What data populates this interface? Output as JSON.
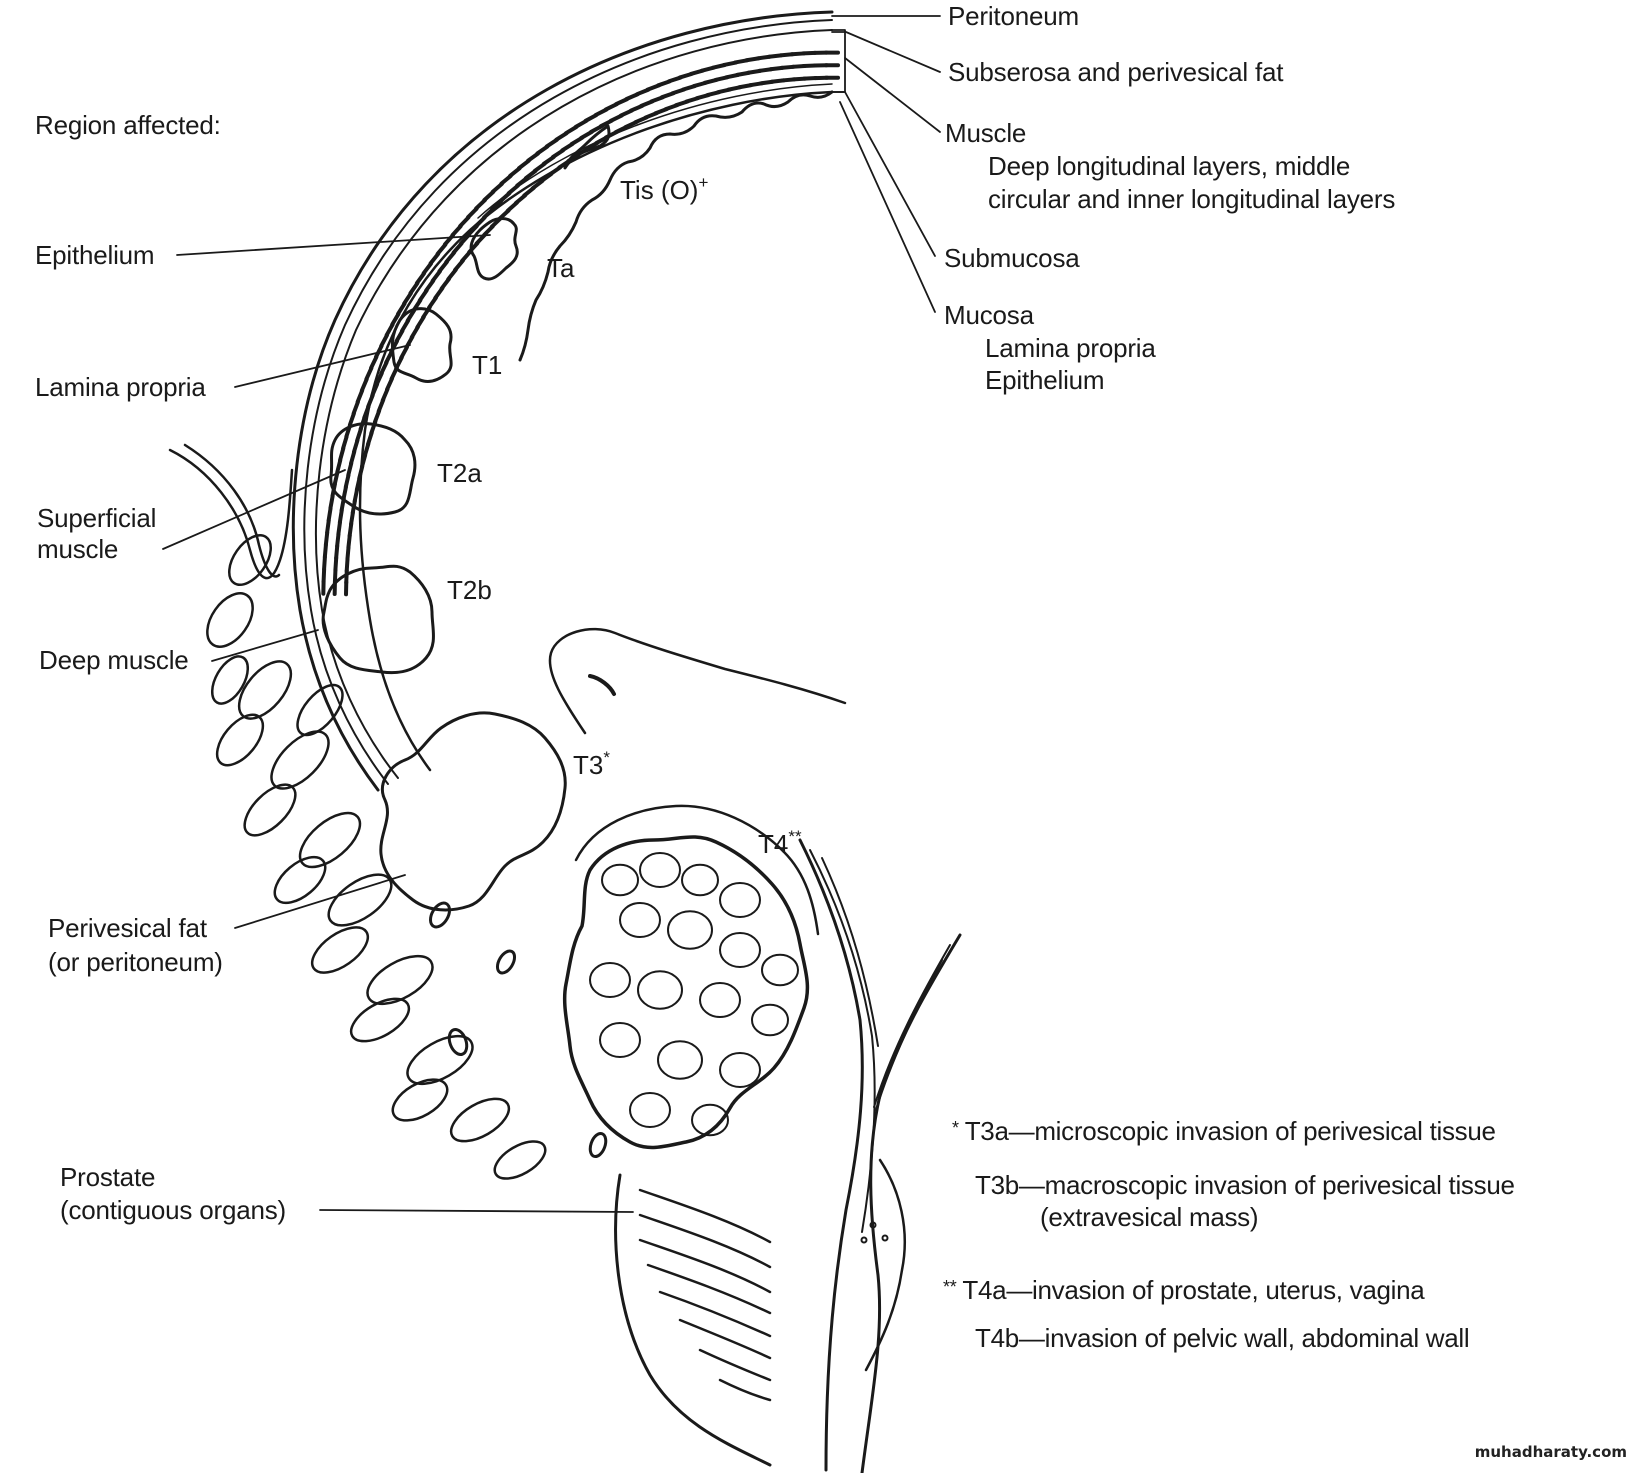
{
  "figure": {
    "heading": "Region affected:",
    "wall_layers": [
      {
        "label": "Peritoneum"
      },
      {
        "label": "Subserosa and perivesical fat"
      },
      {
        "label": "Muscle",
        "details": [
          "Deep longitudinal layers, middle",
          "circular and inner longitudinal layers"
        ]
      },
      {
        "label": "Submucosa"
      },
      {
        "label": "Mucosa",
        "details": [
          "Lamina propria",
          "Epithelium"
        ]
      }
    ],
    "regions": [
      {
        "lines": [
          "Epithelium"
        ]
      },
      {
        "lines": [
          "Lamina propria"
        ]
      },
      {
        "lines": [
          "Superficial",
          "muscle"
        ]
      },
      {
        "lines": [
          "Deep muscle"
        ]
      },
      {
        "lines": [
          "Perivesical fat",
          "(or peritoneum)"
        ]
      },
      {
        "lines": [
          "Prostate",
          "(contiguous organs)"
        ]
      }
    ],
    "stages": [
      {
        "label": "Tis (O)",
        "mark": "+"
      },
      {
        "label": "Ta",
        "mark": ""
      },
      {
        "label": "T1",
        "mark": ""
      },
      {
        "label": "T2a",
        "mark": ""
      },
      {
        "label": "T2b",
        "mark": ""
      },
      {
        "label": "T3",
        "mark": "*"
      },
      {
        "label": "T4",
        "mark": "**"
      }
    ],
    "footnotes": [
      {
        "marker": "*",
        "lines": [
          "T3a—microscopic invasion of perivesical tissue"
        ]
      },
      {
        "marker": "",
        "lines": [
          "T3b—macroscopic invasion of perivesical tissue",
          "(extravesical mass)"
        ]
      },
      {
        "marker": "**",
        "lines": [
          "T4a—invasion of prostate, uterus, vagina"
        ]
      },
      {
        "marker": "",
        "lines": [
          "T4b—invasion of pelvic wall, abdominal wall"
        ]
      }
    ],
    "watermark": "muhadharaty.com",
    "colors": {
      "ink": "#1a1a1a",
      "background": "#ffffff"
    }
  }
}
